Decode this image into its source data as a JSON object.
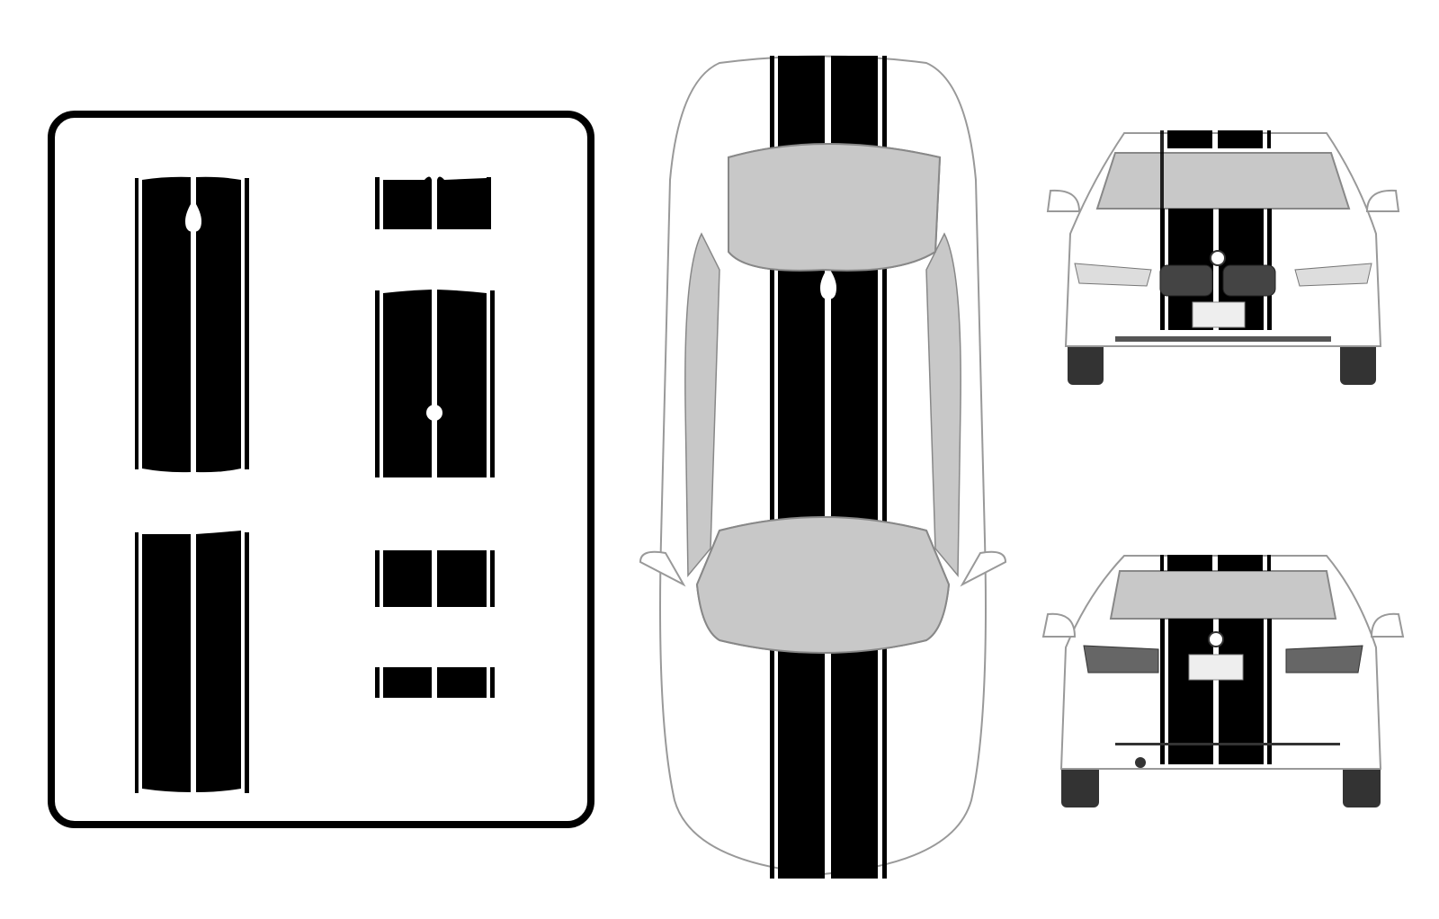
{
  "colors": {
    "stripe": "#000000",
    "glass": "#c8c8c8",
    "body_outline": "#9a9a9a",
    "frame": "#000000",
    "tire": "#333333"
  },
  "panels": {
    "decal_kit": {
      "icon": "stripe-decal-pieces"
    },
    "top_view": {
      "icon": "car-top-view"
    },
    "front_view": {
      "icon": "car-front-view"
    },
    "rear_view": {
      "icon": "car-rear-view"
    }
  }
}
